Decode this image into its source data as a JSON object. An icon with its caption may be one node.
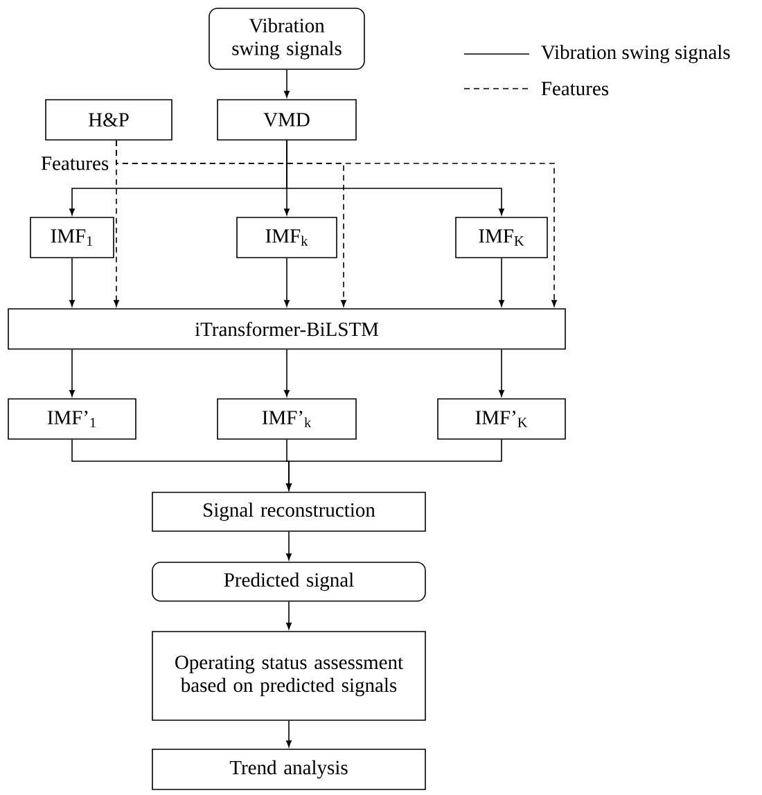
{
  "diagram": {
    "nodes": [
      {
        "text": [
          "Vibration swing signals"
        ]
      },
      {
        "text": [
          "H&P"
        ]
      },
      {
        "text": [
          "VMD"
        ]
      },
      {
        "text": [
          "IMF$_{1}$"
        ]
      },
      {
        "text": [
          "IMF$_{k}$"
        ]
      },
      {
        "text": [
          "IMF$_{K}$"
        ]
      },
      {
        "text": [
          "iTransformer-BiLSTM"
        ]
      },
      {
        "text": [
          "IMF’$_{1}$"
        ]
      },
      {
        "text": [
          "IMF’$_{k}$"
        ]
      },
      {
        "text": [
          "IMF’$_{K}$"
        ]
      },
      {
        "text": [
          "Signal reconstruction"
        ]
      },
      {
        "text": [
          "Predicted signal"
        ]
      },
      {
        "text": [
          "Operating status assessment based on predicted signals"
        ]
      },
      {
        "text": [
          "Trend analysis"
        ]
      }
    ],
    "edges": [
      {
        "from": 0,
        "to": 2,
        "arrow": "to"
      },
      {
        "from": 2,
        "to": 3,
        "arrow": "to"
      },
      {
        "from": 2,
        "to": 4,
        "arrow": "to"
      },
      {
        "from": 2,
        "to": 5,
        "arrow": "to"
      },
      {
        "from": 1,
        "to": 6,
        "arrow": "to",
        "style": "dashed",
        "label": "Features"
      },
      {
        "from": 1,
        "to": 6,
        "arrow": "to",
        "style": "dashed"
      },
      {
        "from": 1,
        "to": 6,
        "arrow": "to",
        "style": "dashed"
      },
      {
        "from": 3,
        "to": 6,
        "arrow": "to"
      },
      {
        "from": 4,
        "to": 6,
        "arrow": "to"
      },
      {
        "from": 5,
        "to": 6,
        "arrow": "to"
      },
      {
        "from": 6,
        "to": 7,
        "arrow": "to"
      },
      {
        "from": 6,
        "to": 8,
        "arrow": "to"
      },
      {
        "from": 6,
        "to": 9,
        "arrow": "to"
      },
      {
        "from": 7,
        "to": 10,
        "arrow": "to"
      },
      {
        "from": 8,
        "to": 10,
        "arrow": "to"
      },
      {
        "from": 9,
        "to": 10,
        "arrow": "to"
      },
      {
        "from": 10,
        "to": 11,
        "arrow": "to"
      },
      {
        "from": 11,
        "to": 12,
        "arrow": "to"
      },
      {
        "from": 12,
        "to": 13,
        "arrow": "to"
      }
    ],
    "legend": [
      {
        "text": "Vibration swing signals"
      },
      {
        "text": "Features"
      }
    ]
  }
}
